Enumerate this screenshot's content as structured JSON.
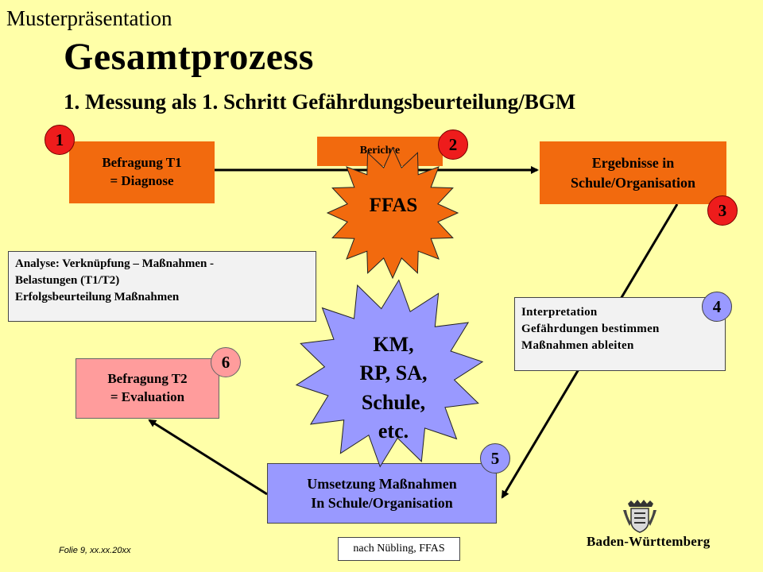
{
  "header": {
    "label": "Musterpräsentation",
    "title": "Gesamtprozess",
    "subtitle": "1. Messung als 1. Schritt Gefährdungsbeurteilung/BGM"
  },
  "boxes": {
    "befragung_t1": [
      "Befragung T1",
      "= Diagnose"
    ],
    "berichte": "Berichte",
    "ergebnisse": [
      "Ergebnisse in",
      "Schule/Organisation"
    ],
    "befragung_t2": [
      "Befragung T2",
      "= Evaluation"
    ],
    "umsetzung": [
      "Umsetzung Maßnahmen",
      "In Schule/Organisation"
    ]
  },
  "notes": {
    "analyse": [
      "Analyse: Verknüpfung – Maßnahmen -",
      "Belastungen (T1/T2)",
      "Erfolgsbeurteilung Maßnahmen"
    ],
    "interpretation": [
      "Interpretation",
      "Gefährdungen bestimmen",
      "Maßnahmen ableiten"
    ]
  },
  "stars": {
    "ffas": "FFAS",
    "actors": [
      "KM,",
      "RP, SA,",
      "Schule,",
      "etc."
    ]
  },
  "steps": [
    "1",
    "2",
    "3",
    "4",
    "5",
    "6"
  ],
  "footer": {
    "slide": "Folie 9, xx.xx.20xx",
    "source": "nach Nübling, FFAS",
    "state": "Baden-Württemberg"
  },
  "colors": {
    "background": "#FFFFA8",
    "orange": "#F26A0E",
    "red": "#EE1C1C",
    "blue": "#9999FF",
    "pink": "#FF9C9C",
    "note": "#F2F2F2"
  },
  "icons": {
    "coat_of_arms": "baden-wuerttemberg-coat-of-arms-icon"
  }
}
